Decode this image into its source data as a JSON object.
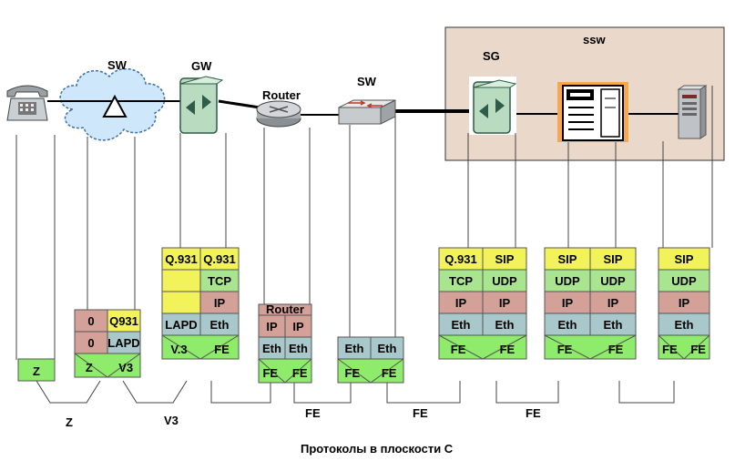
{
  "colors": {
    "yellow": "#F2F25A",
    "green": "#A9E58F",
    "pink": "#D4A199",
    "teal": "#A9C8CC",
    "fe_green": "#8EEB6C",
    "ssw_box": "#EAD9CB"
  },
  "icons": [
    "phone-icon",
    "cloud-switch-icon",
    "gateway-icon",
    "router-icon",
    "switch-icon",
    "sg-gateway-icon",
    "server-rack-icon",
    "server-tower-icon"
  ],
  "labels": {
    "sw1": "SW",
    "gw": "GW",
    "router": "Router",
    "sw2": "SW",
    "sg": "SG",
    "ssw": "ssw"
  },
  "stacks": {
    "phone": {
      "bottom": "Z"
    },
    "sw": {
      "c1": [
        "0",
        "0"
      ],
      "c2": [
        "Q931",
        "LAPD"
      ],
      "bottom_left": "Z",
      "bottom_right": "V3"
    },
    "gw": {
      "c1": [
        "Q.931",
        "",
        "",
        "LAPD"
      ],
      "c2": [
        "Q.931",
        "TCP",
        "IP",
        "Eth"
      ],
      "bottom_left": "V.3",
      "bottom_right": "FE"
    },
    "router": {
      "header": "Router",
      "c1": [
        "IP",
        "Eth"
      ],
      "c2": [
        "IP",
        "Eth"
      ],
      "bottom_left": "FE",
      "bottom_right": "FE"
    },
    "sw2": {
      "c1": [
        "Eth"
      ],
      "c2": [
        "Eth"
      ],
      "bottom_left": "FE",
      "bottom_right": "FE"
    },
    "sg": {
      "c1": [
        "Q.931",
        "TCP",
        "IP",
        "Eth"
      ],
      "c2": [
        "SIP",
        "UDP",
        "IP",
        "Eth"
      ],
      "bottom_left": "FE",
      "bottom_right": "FE"
    },
    "srv1": {
      "c1": [
        "SIP",
        "UDP",
        "IP",
        "Eth"
      ],
      "c2": [
        "SIP",
        "UDP",
        "IP",
        "Eth"
      ],
      "bottom_left": "FE",
      "bottom_right": "FE"
    },
    "srv2": {
      "c1": [
        "SIP",
        "UDP",
        "IP",
        "Eth"
      ],
      "bottom_left": "FE",
      "bottom_right": "FE"
    }
  },
  "links": [
    "Z",
    "V3",
    "FE",
    "FE",
    "FE"
  ],
  "caption": "Протоколы в плоскости С"
}
